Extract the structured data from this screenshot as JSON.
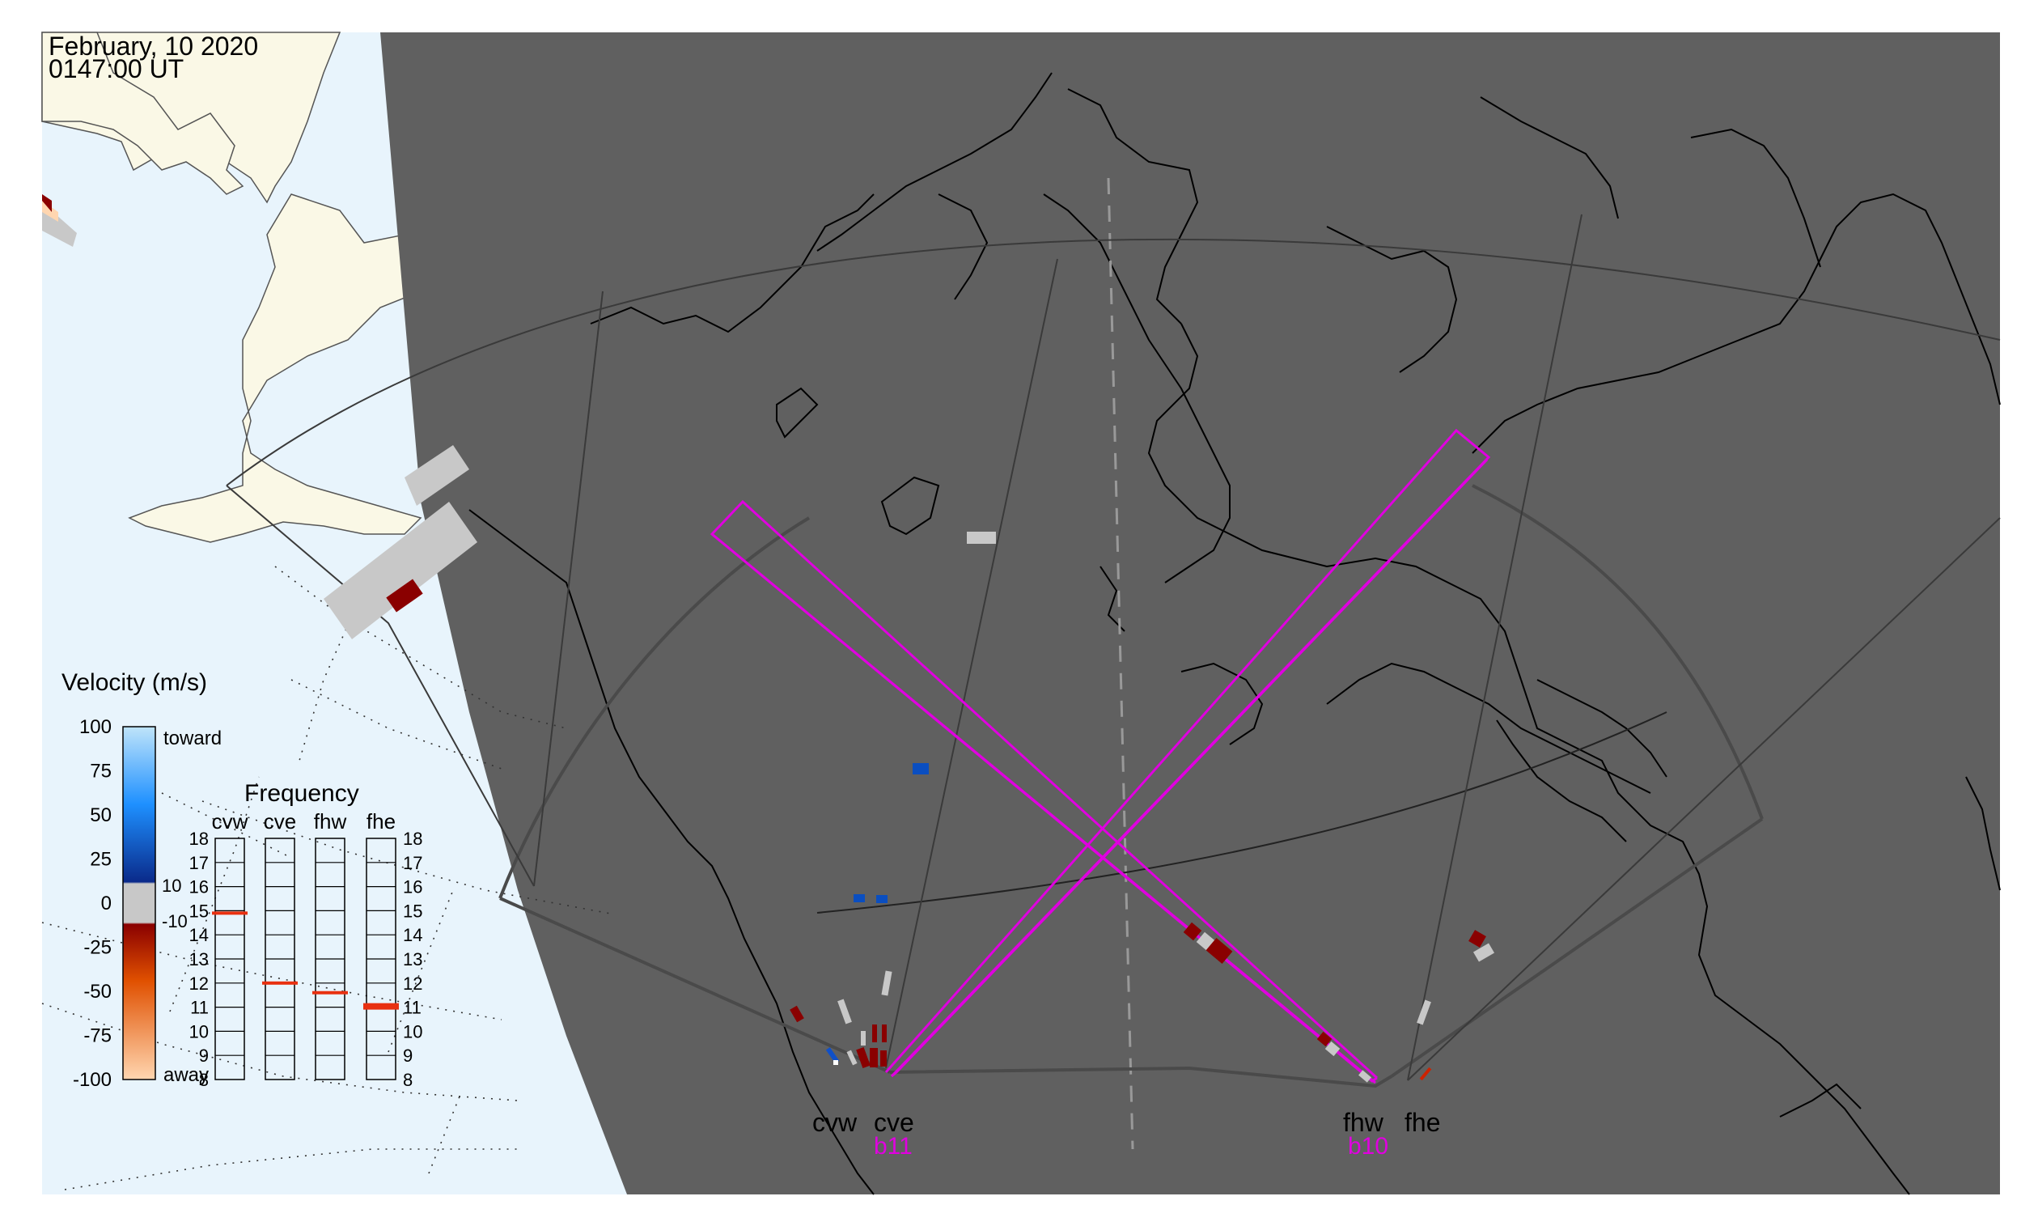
{
  "header": {
    "date": "February, 10 2020",
    "time": "0147:00 UT"
  },
  "colors": {
    "ocean": "#e8f4fc",
    "land": "#faf8e6",
    "night": "#606060",
    "beam": "#e000e0",
    "gray_scatter": "#c8c8c8",
    "toward_dark": "#0a2a8a",
    "toward_light": "#bfe4fa",
    "away_dark": "#8a0000",
    "away_light": "#ffd6b0"
  },
  "velocity_legend": {
    "title": "Velocity (m/s)",
    "ticks": [
      "100",
      "75",
      "50",
      "25",
      "0",
      "-25",
      "-50",
      "-75",
      "-100"
    ],
    "extra_ticks": [
      "10",
      "-10"
    ],
    "toward_label": "toward",
    "away_label": "away"
  },
  "frequency_legend": {
    "title": "Frequency",
    "radars": [
      "cvw",
      "cve",
      "fhw",
      "fhe"
    ],
    "ticks": [
      "18",
      "17",
      "16",
      "15",
      "14",
      "13",
      "12",
      "11",
      "10",
      "9",
      "8"
    ],
    "values_mhz": [
      14.9,
      12.0,
      11.6,
      11.1
    ]
  },
  "radars": [
    {
      "code": "cvw",
      "beam": ""
    },
    {
      "code": "cve",
      "beam": "b11"
    },
    {
      "code": "fhw",
      "beam": "b10"
    },
    {
      "code": "fhe",
      "beam": ""
    }
  ],
  "map_elements": [
    "coastlines",
    "field-of-view",
    "beam-outline",
    "scatter-cells",
    "night-terminator",
    "magnetic-latitude-grid"
  ]
}
